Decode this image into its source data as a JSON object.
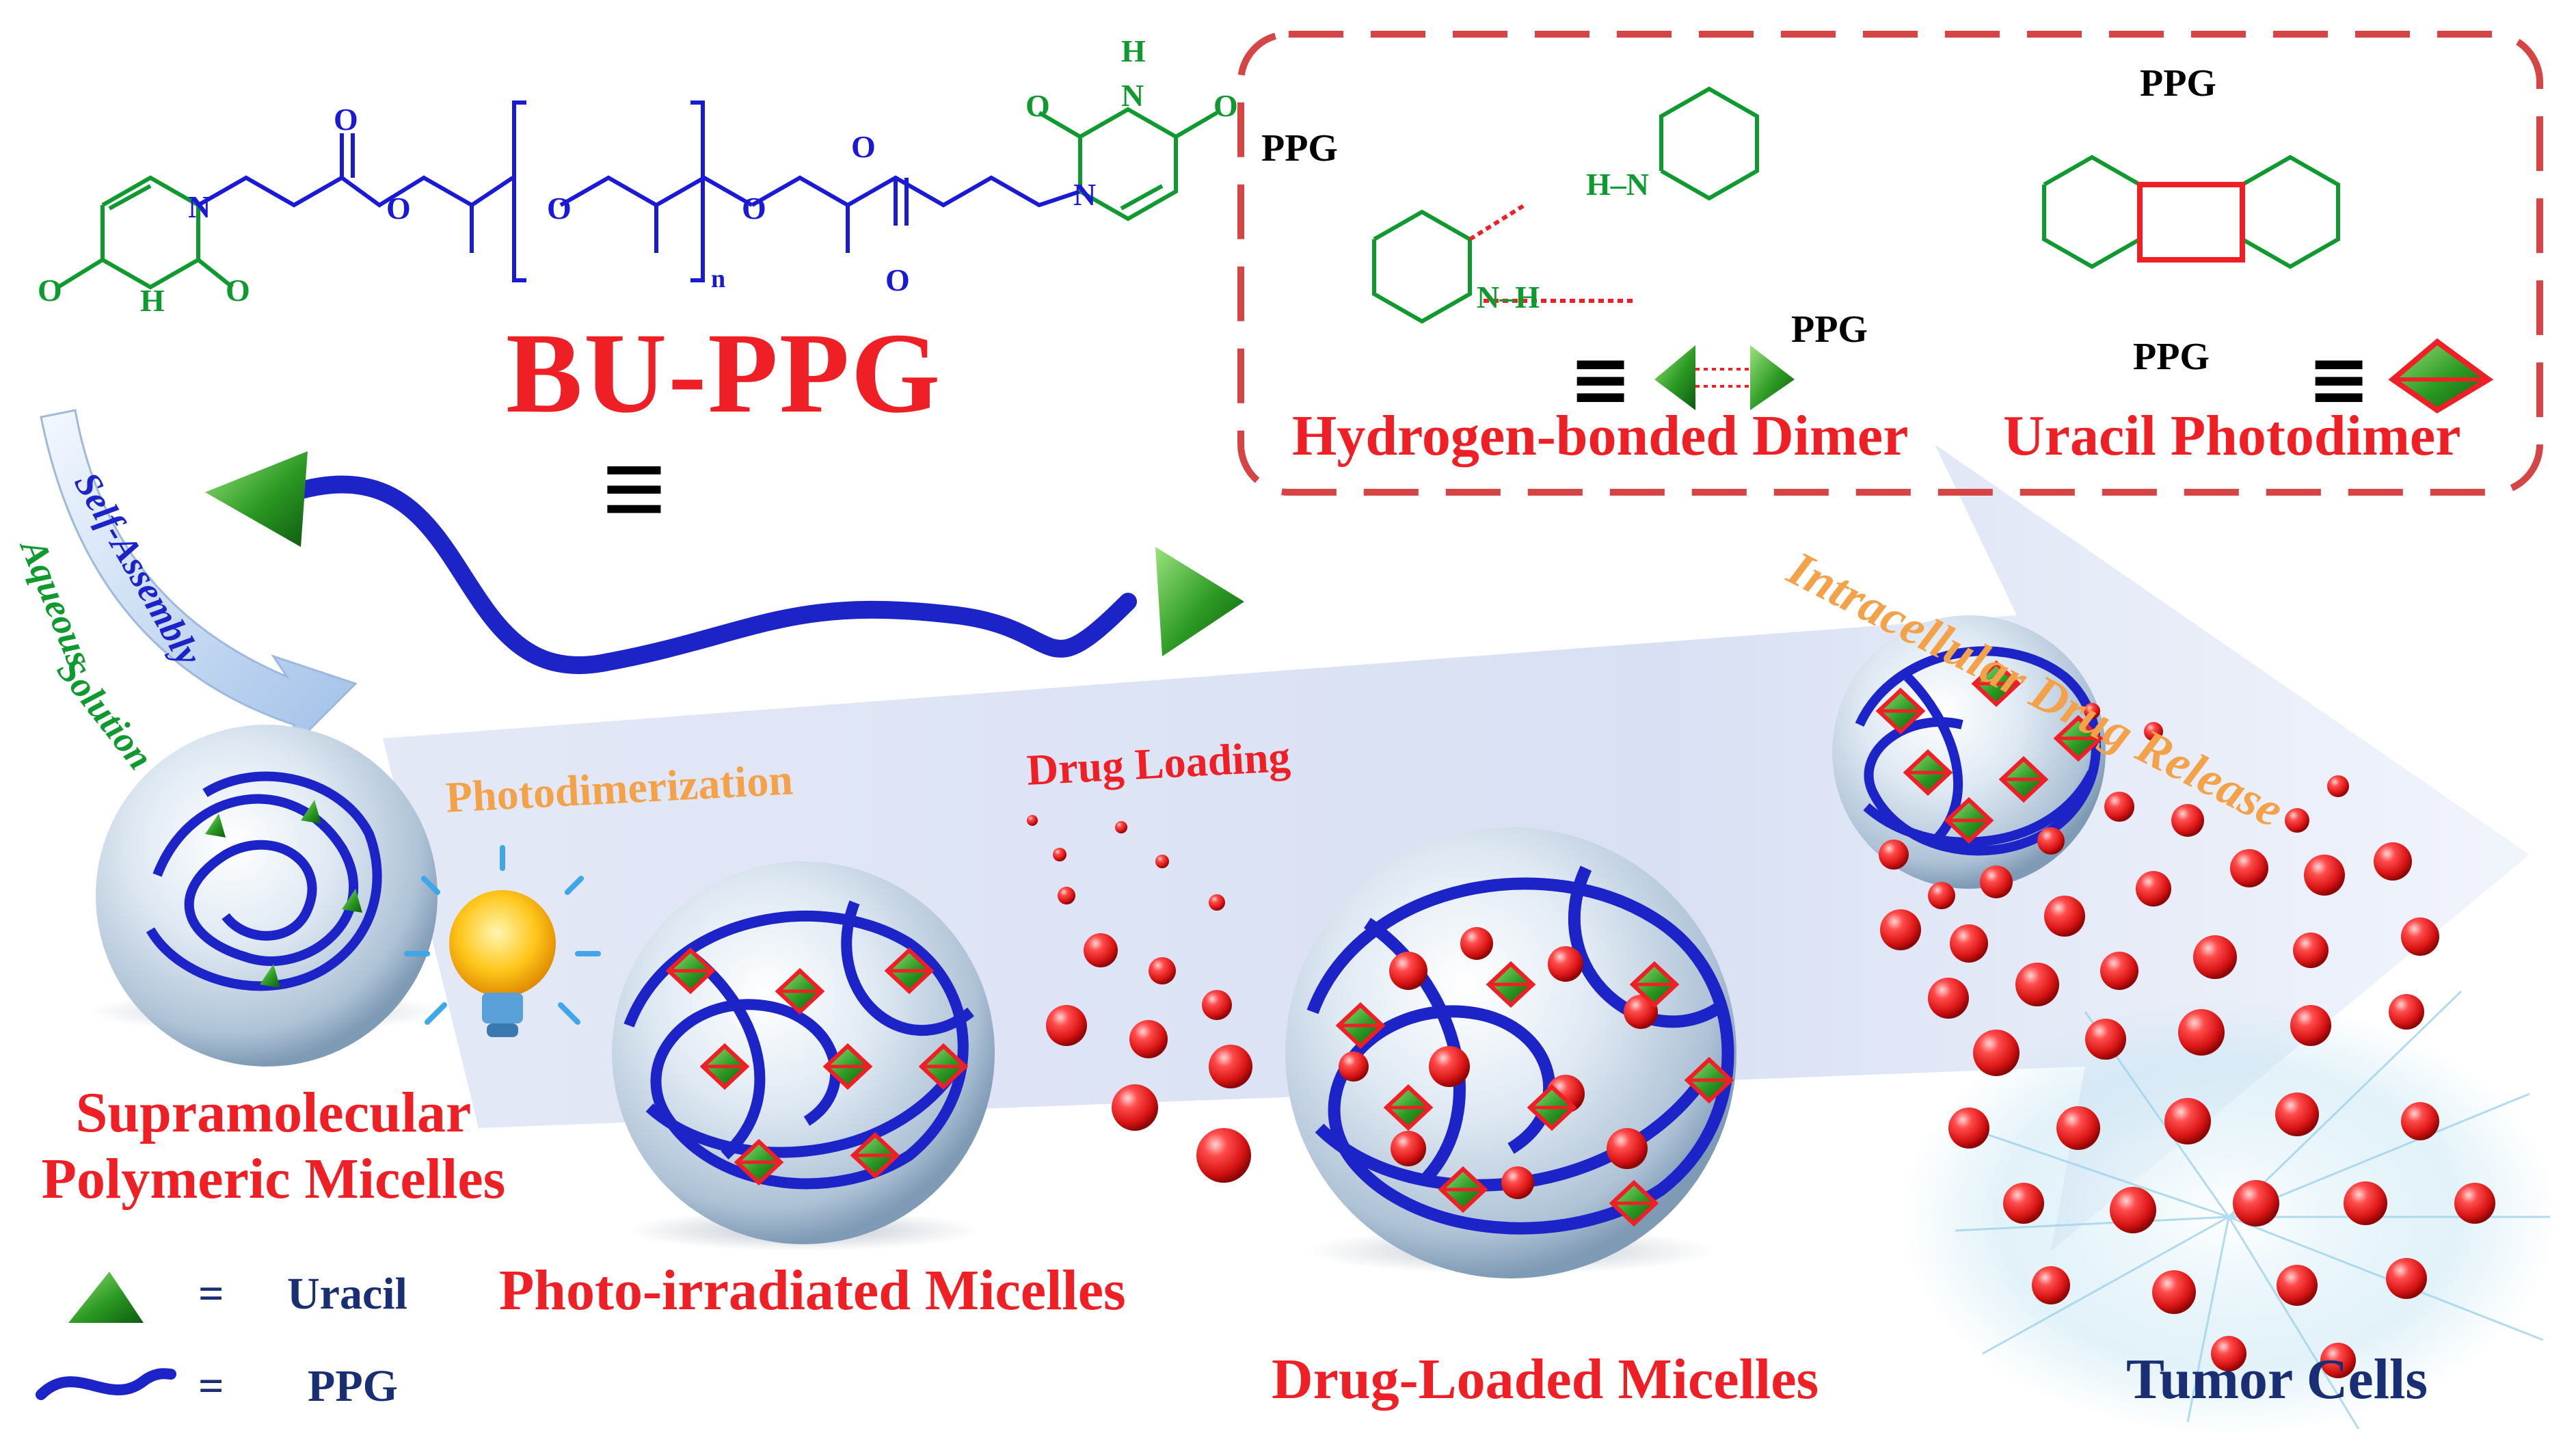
{
  "title": "BU-PPG",
  "identity_symbol": "≡",
  "structure": {
    "atom_O": "O",
    "atom_N": "N",
    "atom_H": "H",
    "subscript_n": "n",
    "ppg": "PPG"
  },
  "inset": {
    "dimer_label": "Hydrogen-bonded Dimer",
    "photodimer_label": "Uracil Photodimer",
    "N_H": "N–H",
    "H_N": "H–N"
  },
  "arrow_labels": {
    "self_assembly": "Self-Assembly",
    "aqueous": "Aqueous",
    "solution": "Solution"
  },
  "process": {
    "photodimerization": "Photodimerization",
    "drug_loading": "Drug Loading",
    "release": "Intracellular Drug Release"
  },
  "micelles": {
    "supramolecular_line1": "Supramolecular",
    "supramolecular_line2": "Polymeric Micelles",
    "photo_irradiated": "Photo-irradiated Micelles",
    "drug_loaded": "Drug-Loaded Micelles",
    "tumor": "Tumor Cells"
  },
  "legend": {
    "equals": "=",
    "uracil": "Uracil",
    "ppg": "PPG"
  },
  "colors": {
    "title_red": "#ee2026",
    "uracil_green": "#0f9a2f",
    "chain_blue": "#1a1ad6",
    "polymer_blue": "#1c24c8",
    "drug_red": "#e21c1c",
    "process_orange": "#f4a24a",
    "navy": "#1a2f73",
    "dash_red": "#d54545"
  }
}
